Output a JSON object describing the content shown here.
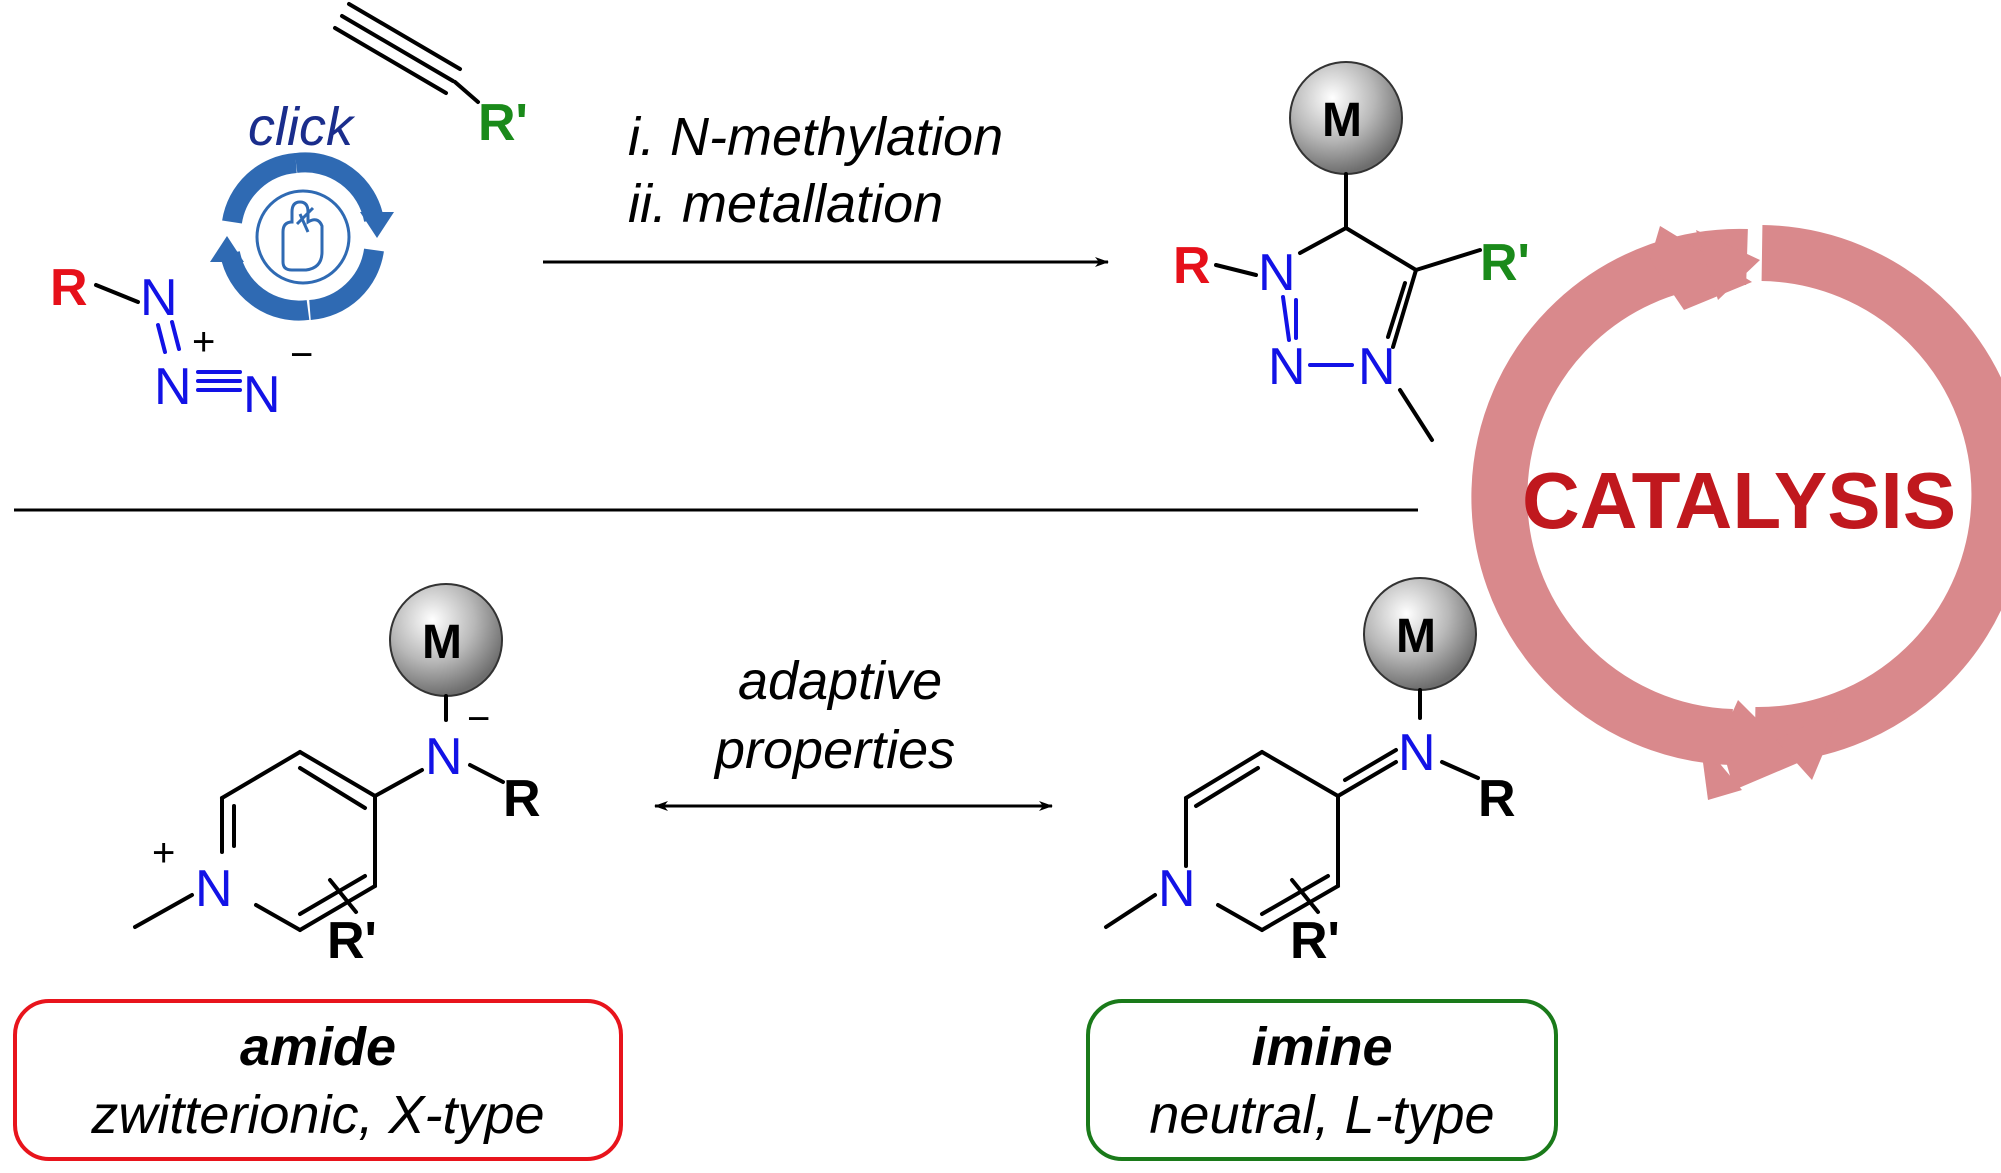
{
  "colors": {
    "nitrogen": "#1212e6",
    "r_group": "#e6101a",
    "r_prime": "#1a8a1a",
    "click_blue": "#1a2d8c",
    "click_ring": "#2f6ab3",
    "catalysis_text": "#c0181e",
    "catalysis_arrows": "#d9898c",
    "amide_box": "#e8141c",
    "imine_box": "#1a7a1a"
  },
  "top": {
    "click_label": "click",
    "click_icon": "crossed-fingers-hand-icon",
    "alkyne_sub": "R'",
    "azide": {
      "r": "R",
      "n": "N",
      "plus": "+",
      "minus": "−"
    },
    "step1": "i. N-methylation",
    "step2": "ii. metallation",
    "product": {
      "metal": "M",
      "r": "R",
      "r_prime": "R'",
      "n": "N"
    }
  },
  "catalysis": "CATALYSIS",
  "bottom": {
    "exchange_line1": "adaptive",
    "exchange_line2": "properties",
    "amide": {
      "metal": "M",
      "n": "N",
      "r": "R",
      "r_prime": "R'",
      "plus": "+",
      "minus": "−",
      "box_title": "amide",
      "box_sub": "zwitterionic, X-type"
    },
    "imine": {
      "metal": "M",
      "n": "N",
      "r": "R",
      "r_prime": "R'",
      "box_title": "imine",
      "box_sub": "neutral, L-type"
    }
  }
}
